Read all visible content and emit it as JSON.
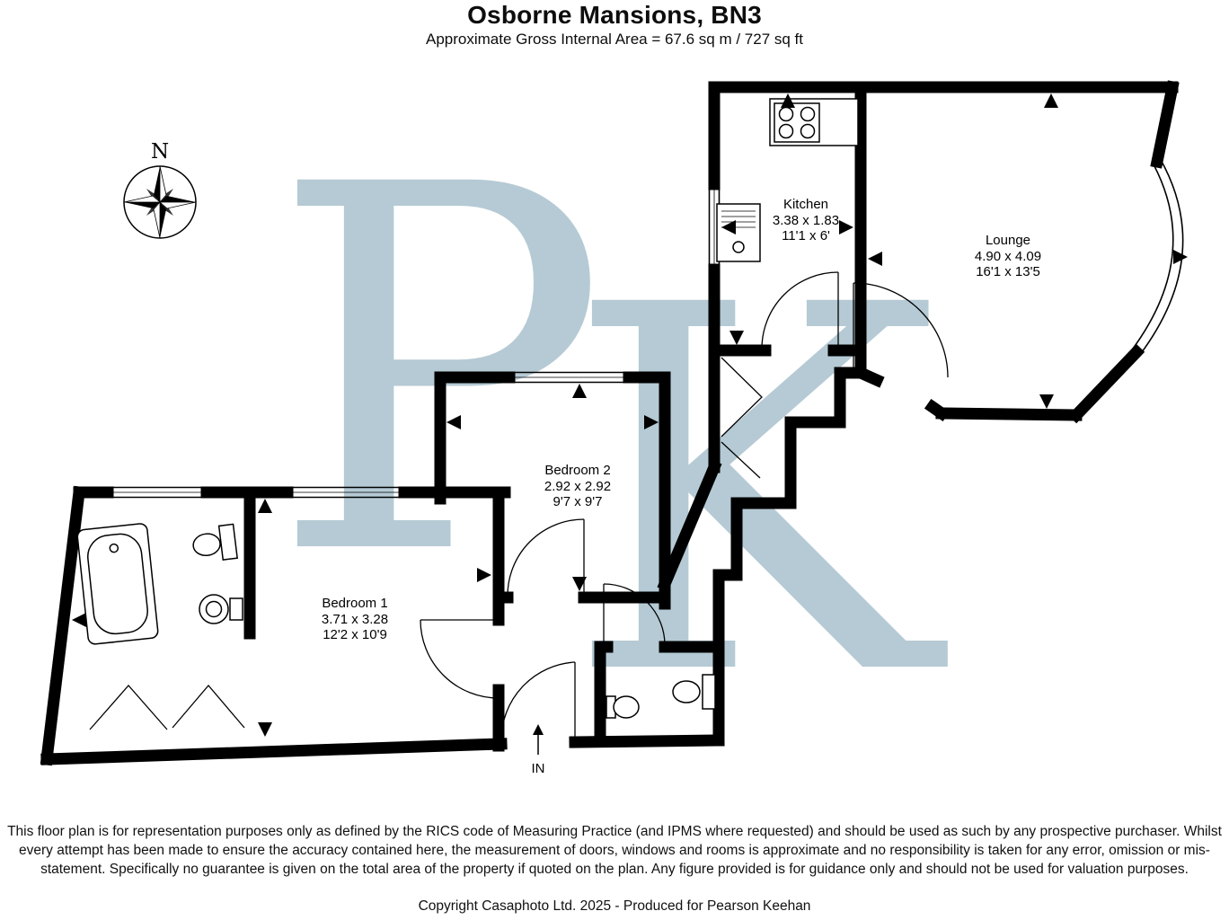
{
  "header": {
    "title": "Osborne Mansions, BN3",
    "subtitle": "Approximate Gross Internal Area = 67.6 sq m / 727 sq ft"
  },
  "compass": {
    "north": "N"
  },
  "watermark": {
    "letter_p": "P",
    "letter_k": "K",
    "color": "#b5cad4"
  },
  "rooms": {
    "kitchen": {
      "name": "Kitchen",
      "metric": "3.38 x 1.83",
      "imperial": "11'1 x 6'"
    },
    "lounge": {
      "name": "Lounge",
      "metric": "4.90 x 4.09",
      "imperial": "16'1 x 13'5"
    },
    "bedroom2": {
      "name": "Bedroom 2",
      "metric": "2.92 x 2.92",
      "imperial": "9'7 x 9'7"
    },
    "bedroom1": {
      "name": "Bedroom 1",
      "metric": "3.71 x 3.28",
      "imperial": "12'2 x 10'9"
    }
  },
  "entrance": {
    "label": "IN"
  },
  "footer": {
    "disclaimer": "This floor plan is for representation purposes only as defined by the RICS code of Measuring Practice (and IPMS where requested) and should be used as such by any prospective purchaser. Whilst every attempt has been made to ensure the accuracy contained here, the measurement of doors, windows and rooms is approximate and no responsibility is taken for any error, omission or mis-statement. Specifically no guarantee is given on the total area of the property if quoted on the plan. Any figure provided is for guidance only and should not be used for valuation purposes.",
    "copyright": "Copyright Casaphoto Ltd. 2025 - Produced for Pearson Keehan"
  }
}
